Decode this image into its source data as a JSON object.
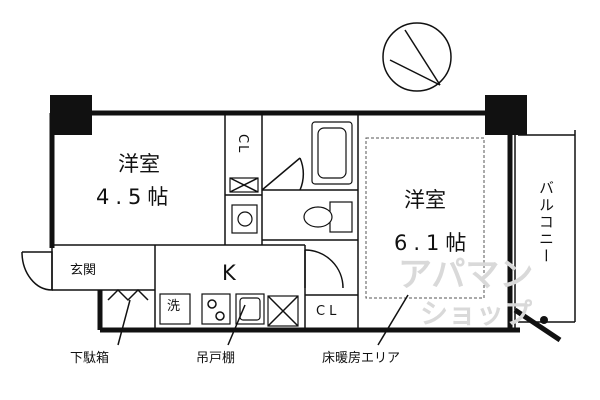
{
  "rooms": {
    "western_small": {
      "name": "洋室",
      "size": "4.5帖"
    },
    "western_large": {
      "name": "洋室",
      "size": "6.1帖"
    },
    "kitchen": "K",
    "entrance": "玄関",
    "balcony": "バルコニー"
  },
  "storage": {
    "closet_upper": "CL",
    "closet_lower": "CL"
  },
  "fixtures": {
    "washer": "洗"
  },
  "callouts": {
    "shoe_box": "下駄箱",
    "hanging_cupboard": "吊戸棚",
    "floor_heating": "床暖房エリア"
  },
  "watermark": {
    "line1": "アパマン",
    "line2": "ショップ"
  },
  "colors": {
    "wall": "#111111",
    "watermark": "#d9d9d9"
  }
}
